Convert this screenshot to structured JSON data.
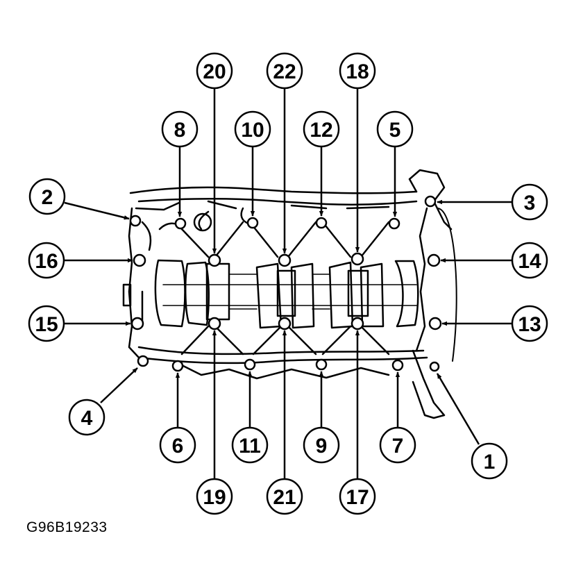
{
  "figure": {
    "id": "G96B19233"
  },
  "callouts": [
    {
      "label": "1"
    },
    {
      "label": "2"
    },
    {
      "label": "3"
    },
    {
      "label": "4"
    },
    {
      "label": "5"
    },
    {
      "label": "6"
    },
    {
      "label": "7"
    },
    {
      "label": "8"
    },
    {
      "label": "9"
    },
    {
      "label": "10"
    },
    {
      "label": "11"
    },
    {
      "label": "12"
    },
    {
      "label": "13"
    },
    {
      "label": "14"
    },
    {
      "label": "15"
    },
    {
      "label": "16"
    },
    {
      "label": "17"
    },
    {
      "label": "18"
    },
    {
      "label": "19"
    },
    {
      "label": "20"
    },
    {
      "label": "21"
    },
    {
      "label": "22"
    }
  ],
  "colors": {
    "ink": "#000000",
    "paper": "#ffffff"
  }
}
